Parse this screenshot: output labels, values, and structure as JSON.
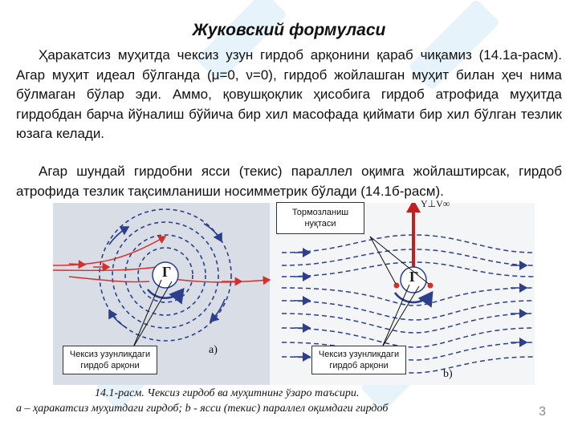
{
  "slide": {
    "title": "Жуковский формуласи",
    "paragraph_1": "Ҳаракатсиз муҳитда чексиз узун гирдоб арқонини қараб чиқамиз (14.1а-расм). Агар муҳит идеал бўлганда (μ=0, ν=0), гирдоб жойлашган муҳит билан ҳеч нима бўлмаган бўлар эди. Аммо, қовушқоқлик ҳисобига гирдоб атрофида муҳитда гирдобдан барча йўналиш бўйича бир хил масофада қиймати бир хил бўлган тезлик юзага келади.",
    "paragraph_2": "Агар шундай гирдобни ясси (текис) параллел оқимга жойлаштирсак, гирдоб атрофида тезлик тақсимланиши носимметрик бўлади (14.1б-расм).",
    "page_number": "3"
  },
  "figure": {
    "left_vortex_symbol": "Г",
    "right_vortex_symbol": "Г",
    "left_panel_label": "a)",
    "right_panel_label": "b)",
    "force_label": "Y⊥V∞",
    "callout_top": "Тормозланиш нуқтаси",
    "callout_left": "Чексиз узунликдаги гирдоб арқони",
    "callout_right": "Чексиз узунликдаги гирдоб арқони",
    "colors": {
      "flow_lines": "#2b3f8c",
      "stream_red": "#d4302a",
      "force_arrow": "#c41e1e"
    }
  },
  "caption": {
    "line_1": "14.1-расм. Чексиз гирдоб ва муҳитнинг ўзаро таъсири.",
    "line_2": "а – ҳаракатсиз муҳитдаги гирдоб; b - ясси (текис) параллел оқимдаги гирдоб"
  }
}
